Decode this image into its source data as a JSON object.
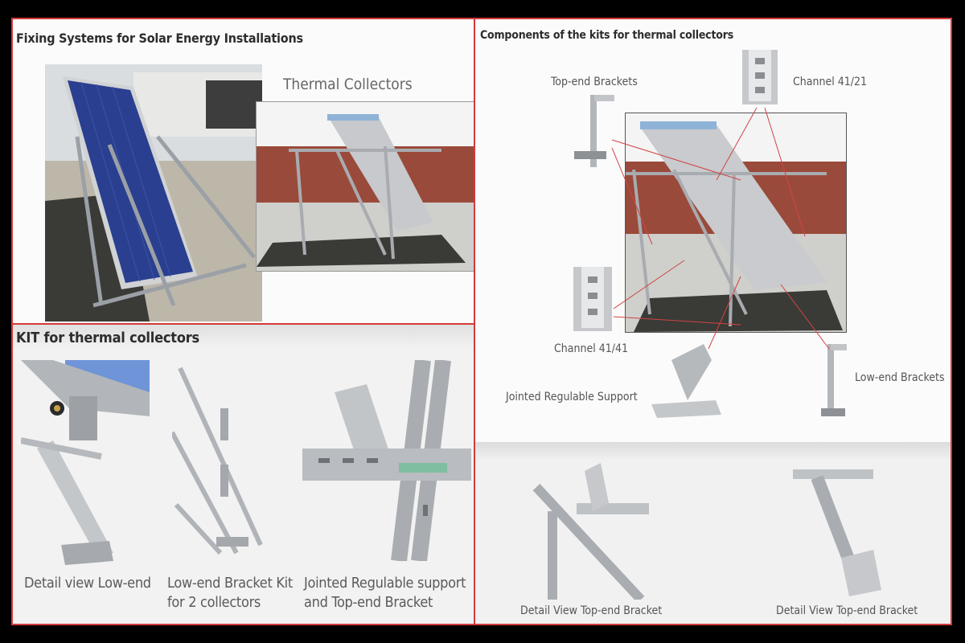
{
  "sections": {
    "fixing": {
      "title": "Fixing Systems for Solar Energy Installations",
      "thermal_label": "Thermal Collectors"
    },
    "kit": {
      "title": "KIT for thermal collectors",
      "captions": {
        "c1": "Detail view Low-end",
        "c2_line1": "Low-end Bracket Kit",
        "c2_line2": "for 2 collectors",
        "c3_line1": "Jointed Regulable support",
        "c3_line2": "and Top-end Bracket"
      }
    },
    "components": {
      "title": "Components of the kits for thermal collectors",
      "labels": {
        "top_end": "Top-end Brackets",
        "channel_4121": "Channel 41/21",
        "channel_4141": "Channel 41/41",
        "jointed": "Jointed Regulable Support",
        "low_end": "Low-end Brackets"
      }
    },
    "details": {
      "caption_left": "Detail View Top-end Bracket",
      "caption_right": "Detail View Top-end Bracket"
    }
  },
  "colors": {
    "border": "#d33b3b",
    "panel_blue": "#2a3f8f",
    "steel": "#b9bcc0"
  }
}
